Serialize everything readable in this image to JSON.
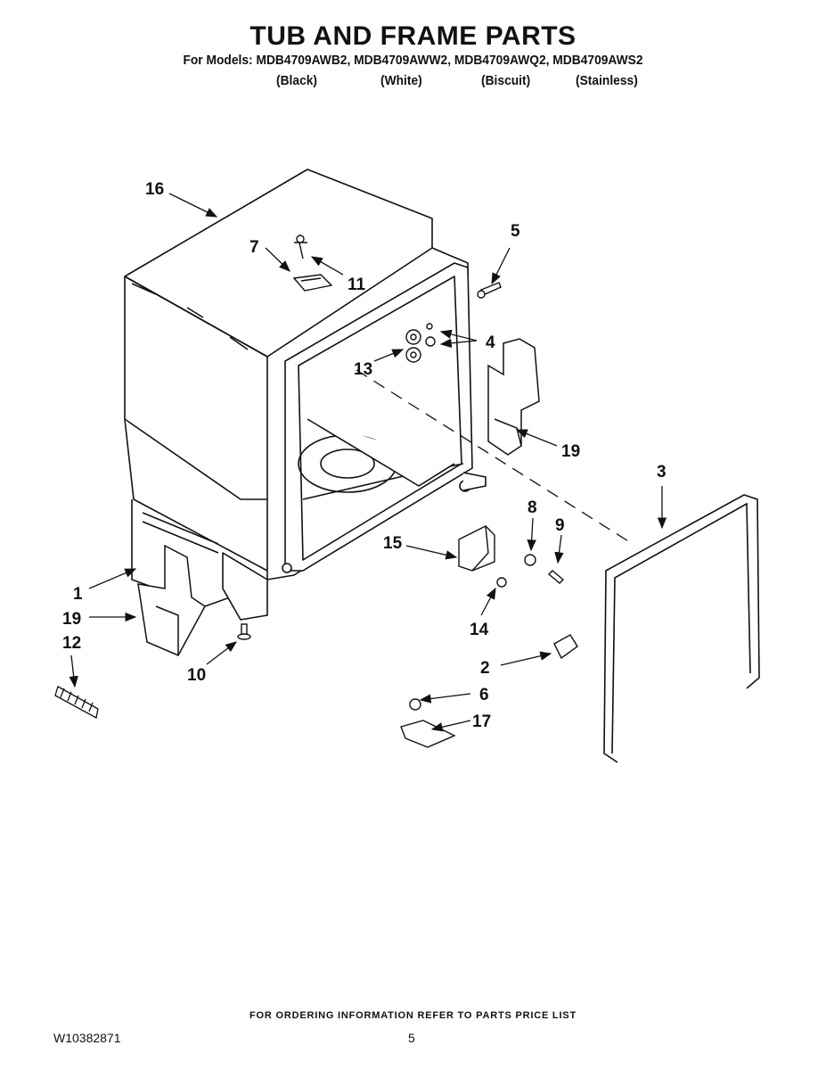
{
  "header": {
    "title": "TUB AND FRAME PARTS",
    "models_line": "For Models: MDB4709AWB2, MDB4709AWW2, MDB4709AWQ2, MDB4709AWS2",
    "variants": [
      "(Black)",
      "(White)",
      "(Biscuit)",
      "(Stainless)"
    ]
  },
  "diagram": {
    "callouts": [
      "16",
      "7",
      "11",
      "5",
      "4",
      "13",
      "19",
      "3",
      "8",
      "9",
      "15",
      "14",
      "1",
      "19",
      "12",
      "10",
      "2",
      "6",
      "17"
    ]
  },
  "footer": {
    "ordering_note": "FOR ORDERING INFORMATION REFER TO PARTS PRICE LIST",
    "doc_number": "W10382871",
    "page_number": "5"
  }
}
